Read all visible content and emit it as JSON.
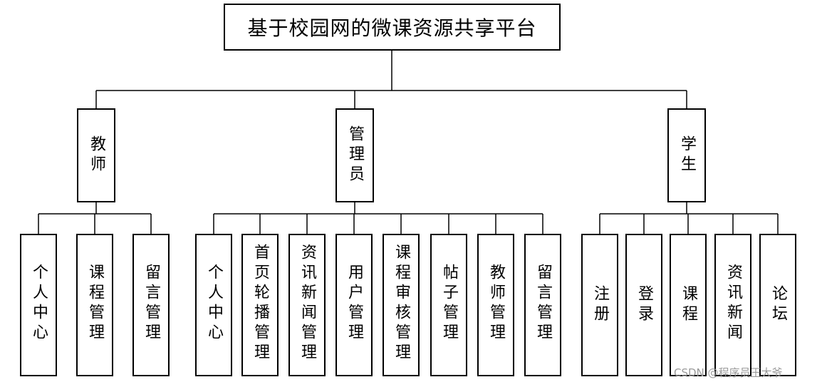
{
  "title": "基于校园网的微课资源共享平台",
  "roles": [
    {
      "label": "教师",
      "children": [
        "个人中心",
        "课程管理",
        "留言管理"
      ]
    },
    {
      "label": "管理员",
      "children": [
        "个人中心",
        "首页轮播管理",
        "资讯新闻管理",
        "用户管理",
        "课程审核管理",
        "帖子管理",
        "教师管理",
        "留言管理"
      ]
    },
    {
      "label": "学生",
      "children": [
        "注册",
        "登录",
        "课程",
        "资讯新闻",
        "论坛"
      ]
    }
  ],
  "watermark": "CSDN @程序员王大爷"
}
